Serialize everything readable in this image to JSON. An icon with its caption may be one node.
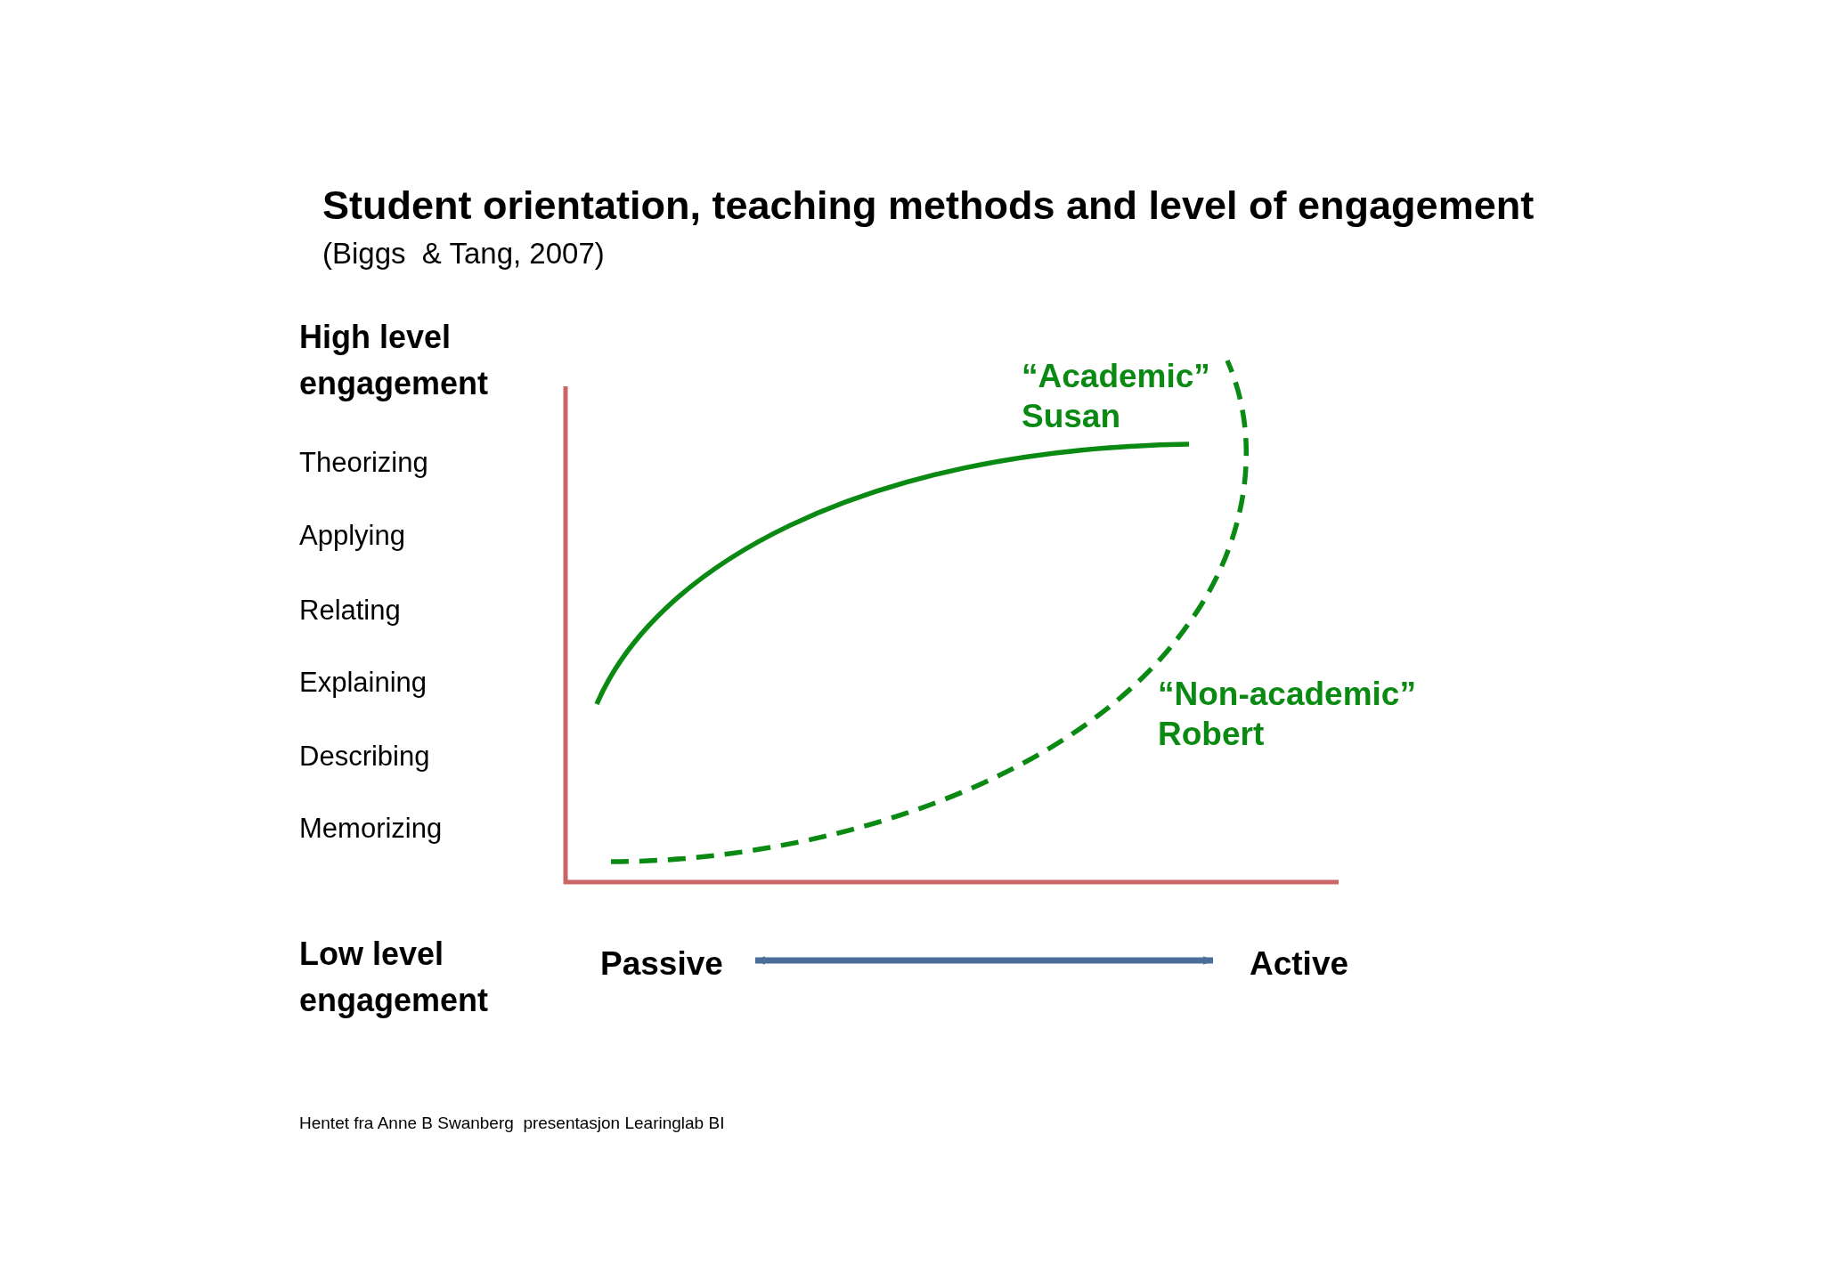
{
  "diagram": {
    "title": "Student orientation, teaching methods and level of engagement",
    "nodes": [
      {
        "text": [
          "Passive"
        ]
      },
      {
        "text": [
          "Active"
        ]
      }
    ],
    "edges": [
      {
        "from": 0,
        "to": 1,
        "arrow": "both"
      }
    ],
    "labels": [
      "(Biggs  & Tang, 2007)",
      "High level engagement",
      "“Academic” Susan",
      "Theorizing",
      "Applying",
      "Relating",
      "Explaining",
      "“Non-academic” Robert",
      "Describing",
      "Memorizing",
      "Low level engagement",
      "Hentet fra Anne B Swanberg  presentasjon Learinglab BI"
    ]
  }
}
